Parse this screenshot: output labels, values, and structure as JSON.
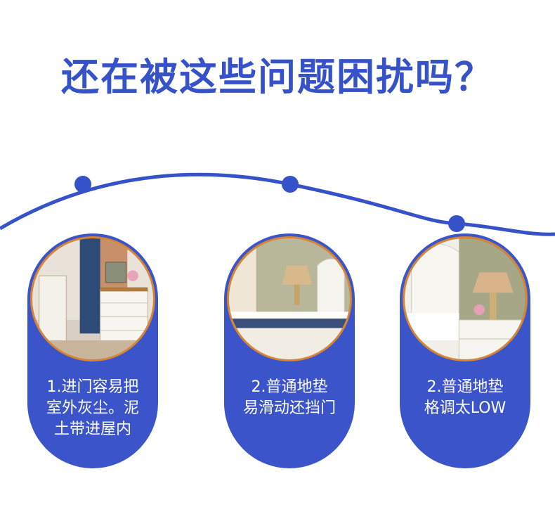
{
  "page": {
    "title": "还在被这些问题困扰吗？"
  },
  "colors": {
    "accent": "#3652c8",
    "card": "#3b54c9",
    "ring": "#d8852e"
  },
  "cards": [
    {
      "lines": [
        "1.进门容易把",
        "室外灰尘。泥",
        "土带进屋内"
      ],
      "image": "dresser-room-photo"
    },
    {
      "lines": [
        "2.普通地垫",
        "易滑动还挡门"
      ],
      "image": "bedroom-lamp-photo"
    },
    {
      "lines": [
        "2.普通地垫",
        "格调太LOW"
      ],
      "image": "nightstand-lamp-photo"
    }
  ]
}
